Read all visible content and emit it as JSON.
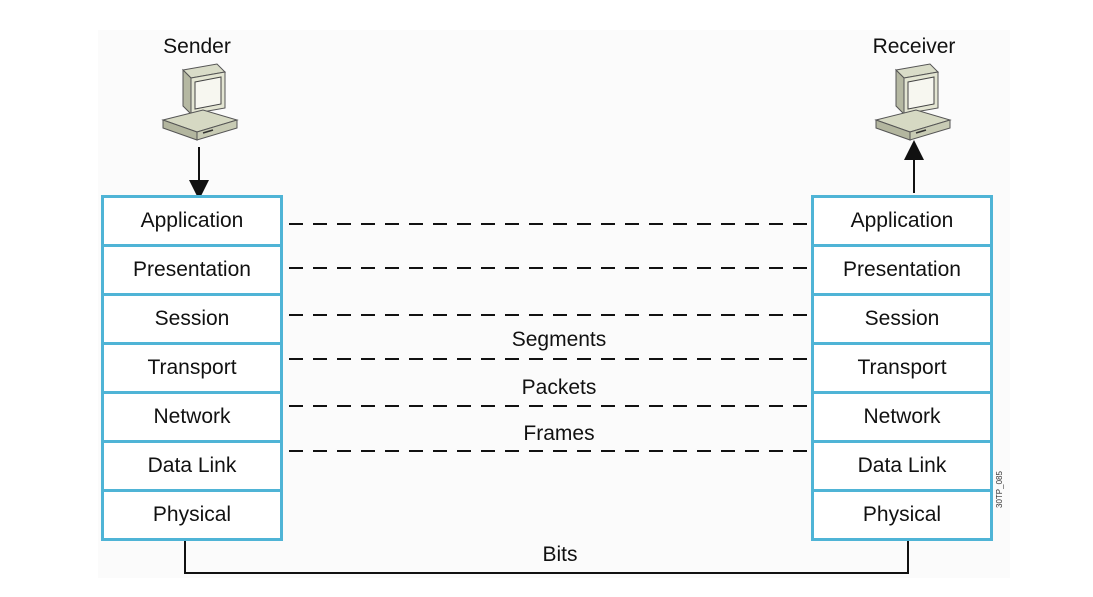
{
  "sender": {
    "label": "Sender"
  },
  "receiver": {
    "label": "Receiver"
  },
  "layers": [
    "Application",
    "Presentation",
    "Session",
    "Transport",
    "Network",
    "Data Link",
    "Physical"
  ],
  "pdus": {
    "segments": "Segments",
    "packets": "Packets",
    "frames": "Frames",
    "bits": "Bits"
  },
  "figure_code": "30TP_085",
  "colors": {
    "layer_border": "#4fb4d6",
    "line": "#111111"
  }
}
